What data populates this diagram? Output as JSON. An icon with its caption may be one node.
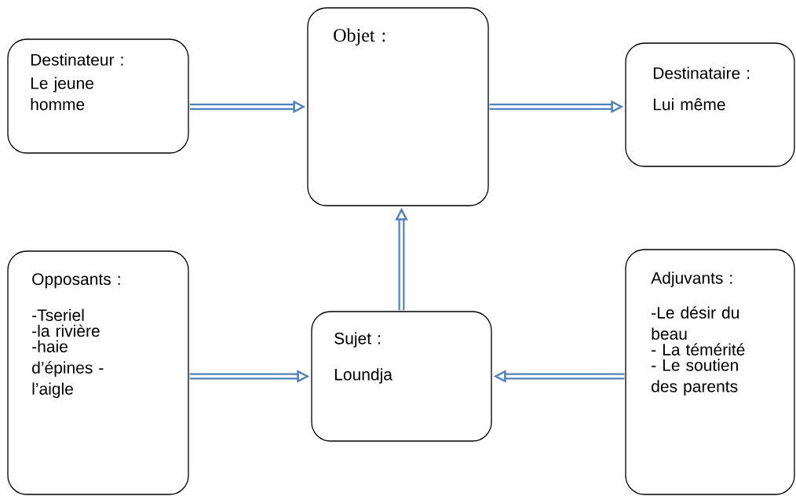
{
  "diagram": {
    "nodes": [
      {
        "text": [
          "Destinateur :",
          "Le jeune homme"
        ]
      },
      {
        "text": [
          "Objet :"
        ]
      },
      {
        "text": [
          "Destinataire :",
          "Lui même"
        ]
      },
      {
        "text": [
          "Opposants :",
          "-Tseriel",
          "-la rivière",
          "-haie d’épines - l’aigle"
        ]
      },
      {
        "text": [
          "Sujet :",
          "Loundja"
        ]
      },
      {
        "text": [
          "Adjuvants :",
          "-Le désir du beau",
          "- La témérité",
          "- Le soutien des parents"
        ]
      }
    ],
    "edges": [
      {
        "from": 0,
        "to": 1,
        "arrow": "to"
      },
      {
        "from": 1,
        "to": 2,
        "arrow": "to"
      },
      {
        "from": 4,
        "to": 1,
        "arrow": "to"
      },
      {
        "from": 3,
        "to": 4,
        "arrow": "to"
      },
      {
        "from": 5,
        "to": 4,
        "arrow": "to"
      }
    ]
  }
}
